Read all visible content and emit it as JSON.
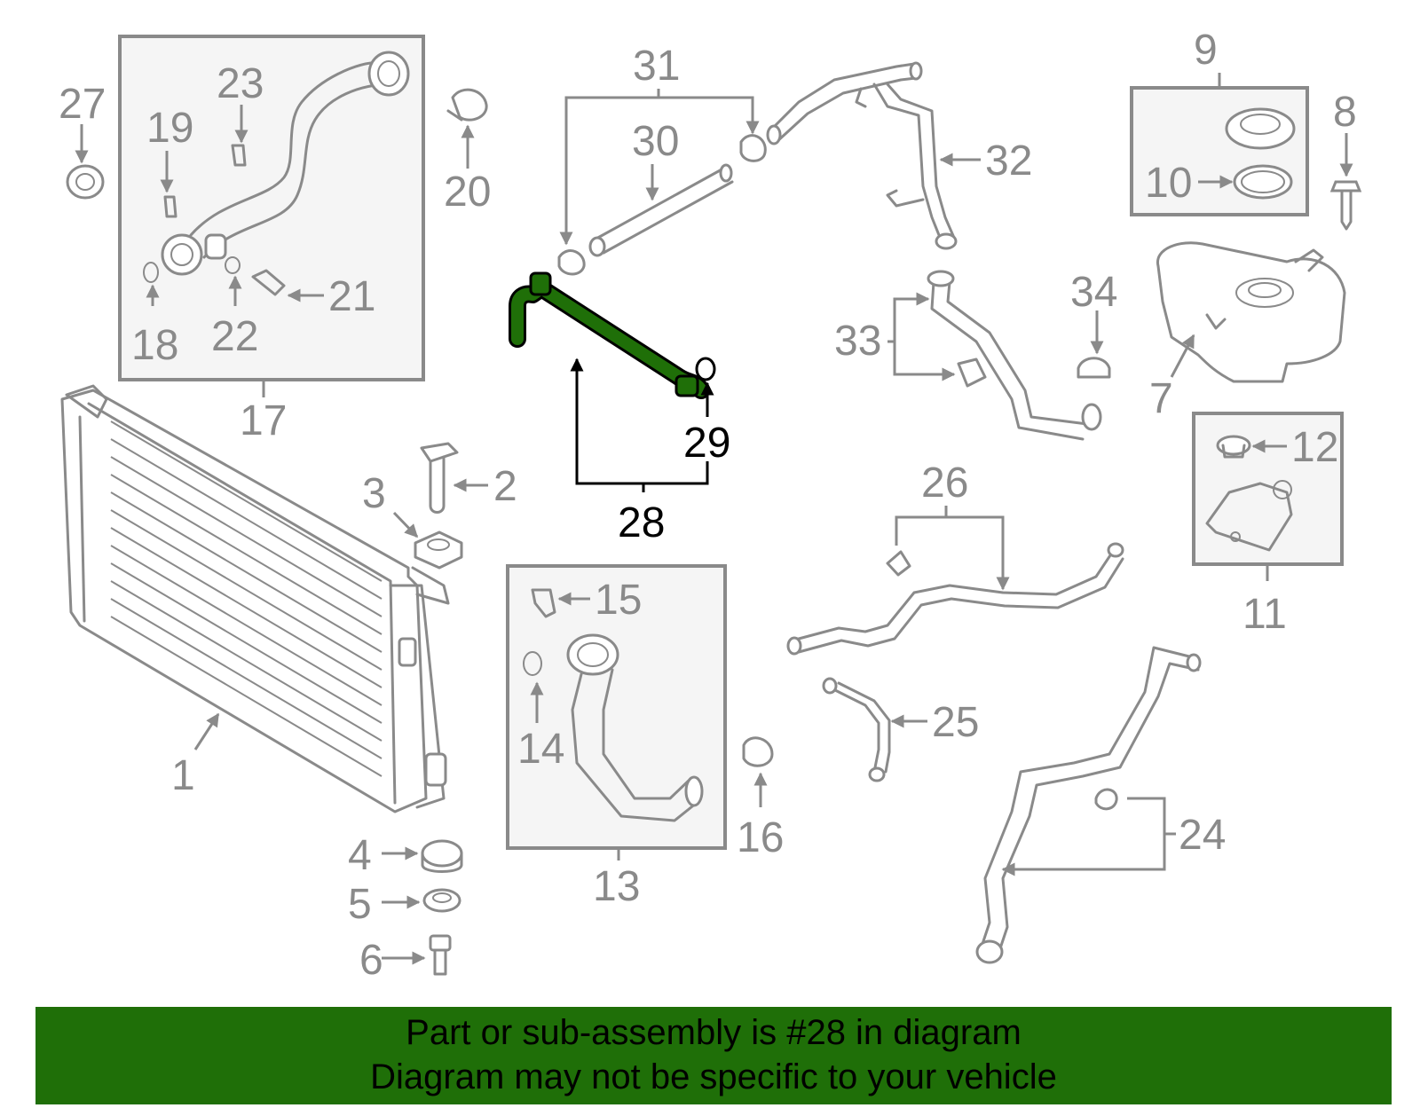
{
  "highlight_color": "#1f6f08",
  "banner_color": "#1f6f08",
  "highlighted_callout": "28",
  "callouts": {
    "c1": "1",
    "c2": "2",
    "c3": "3",
    "c4": "4",
    "c5": "5",
    "c6": "6",
    "c7": "7",
    "c8": "8",
    "c9": "9",
    "c10": "10",
    "c11": "11",
    "c12": "12",
    "c13": "13",
    "c14": "14",
    "c15": "15",
    "c16": "16",
    "c17": "17",
    "c18": "18",
    "c19": "19",
    "c20": "20",
    "c21": "21",
    "c22": "22",
    "c23": "23",
    "c24": "24",
    "c25": "25",
    "c26": "26",
    "c27": "27",
    "c28": "28",
    "c29": "29",
    "c30": "30",
    "c31": "31",
    "c32": "32",
    "c33": "33",
    "c34": "34"
  },
  "banner": {
    "line1": "Part or sub-assembly is #28 in diagram",
    "line2": "Diagram may not be specific to your vehicle"
  }
}
